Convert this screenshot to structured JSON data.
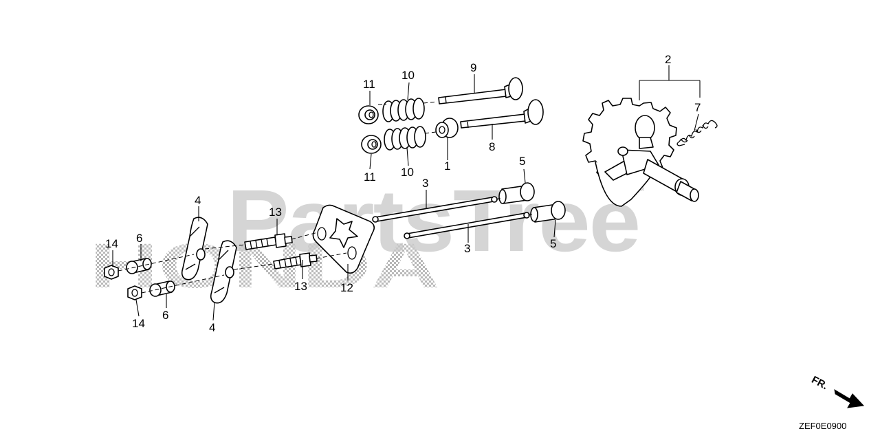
{
  "watermark": {
    "text": "PartsTree",
    "trademark": "™",
    "brand_pattern_text": "HONDA"
  },
  "callouts": [
    {
      "id": "c1",
      "label": "1"
    },
    {
      "id": "c2",
      "label": "2"
    },
    {
      "id": "c3a",
      "label": "3"
    },
    {
      "id": "c3b",
      "label": "3"
    },
    {
      "id": "c4a",
      "label": "4"
    },
    {
      "id": "c4b",
      "label": "4"
    },
    {
      "id": "c5a",
      "label": "5"
    },
    {
      "id": "c5b",
      "label": "5"
    },
    {
      "id": "c6a",
      "label": "6"
    },
    {
      "id": "c6b",
      "label": "6"
    },
    {
      "id": "c7",
      "label": "7"
    },
    {
      "id": "c8",
      "label": "8"
    },
    {
      "id": "c9",
      "label": "9"
    },
    {
      "id": "c10a",
      "label": "10"
    },
    {
      "id": "c10b",
      "label": "10"
    },
    {
      "id": "c11a",
      "label": "11"
    },
    {
      "id": "c11b",
      "label": "11"
    },
    {
      "id": "c12",
      "label": "12"
    },
    {
      "id": "c13a",
      "label": "13"
    },
    {
      "id": "c13b",
      "label": "13"
    },
    {
      "id": "c14a",
      "label": "14"
    },
    {
      "id": "c14b",
      "label": "14"
    }
  ],
  "direction_label": "FR.",
  "diagram_code": "ZEF0E0900",
  "colors": {
    "line": "#000000",
    "watermark": "#c8c8c8",
    "background": "#ffffff"
  }
}
